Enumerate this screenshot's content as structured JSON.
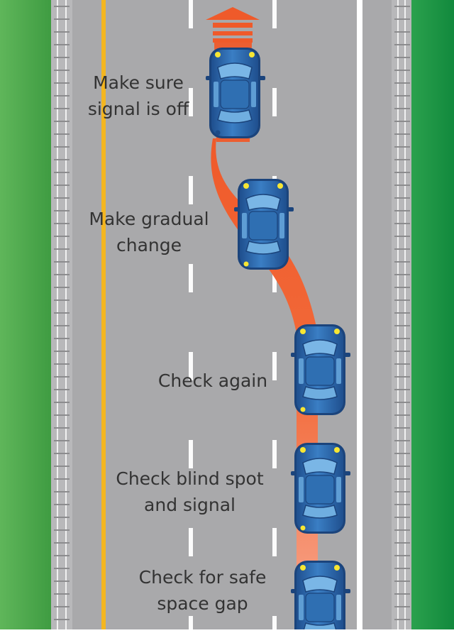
{
  "colors": {
    "grass_left": "#4faa4a",
    "grass_right": "#1f9a47",
    "road": "#a9a9ab",
    "shoulder": "#b6b6b8",
    "yellow_line": "#f4b620",
    "white_line": "#ffffff",
    "path": "#ef5a2a",
    "path_light": "#f3937a",
    "car_body": "#2f6fb2",
    "car_dark": "#1d4a86",
    "car_glass": "#6faee0",
    "headlight": "#f7e633"
  },
  "steps": [
    {
      "id": "signal-off",
      "lines": [
        "Make sure",
        "signal is off"
      ]
    },
    {
      "id": "gradual-change",
      "lines": [
        "Make gradual",
        "change"
      ]
    },
    {
      "id": "check-again",
      "lines": [
        "Check again"
      ]
    },
    {
      "id": "blind-spot",
      "lines": [
        "Check blind spot",
        "and signal"
      ]
    },
    {
      "id": "safe-gap",
      "lines": [
        "Check for safe",
        "space gap"
      ]
    }
  ],
  "icons": {
    "arrow": "up-arrow-icon",
    "car": "car-icon"
  }
}
